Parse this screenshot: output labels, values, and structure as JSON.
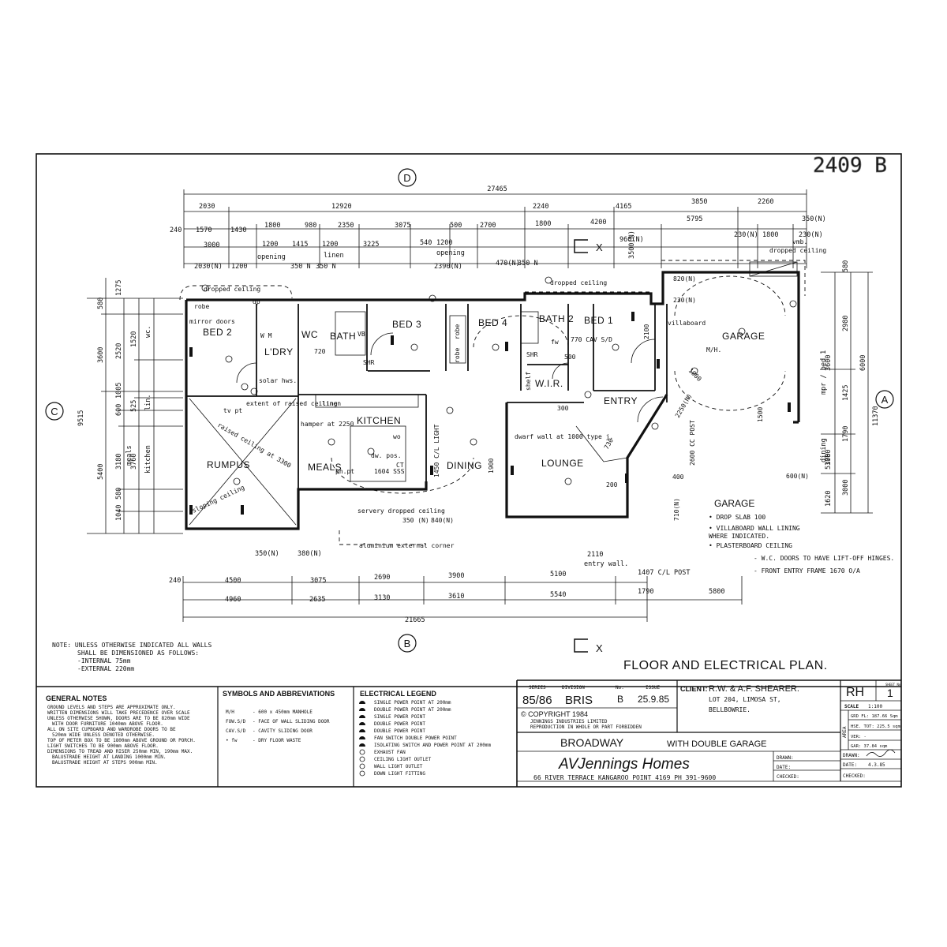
{
  "stamp": "2409 B",
  "grid_markers": {
    "top": "D",
    "bottom": "B",
    "left": "C",
    "right": "A",
    "section_mark": "X"
  },
  "dims_top": {
    "overall": "27465",
    "r1": [
      "2030",
      "12920",
      "2240",
      "4165",
      "3850",
      "2260"
    ],
    "r2": [
      "240",
      "1570",
      "1430",
      "1800",
      "980",
      "2350",
      "3075",
      "500",
      "2700",
      "1800",
      "4200",
      "5795",
      "350(N)"
    ],
    "r3": [
      "3000",
      "1200",
      "1415",
      "1200",
      "3225",
      "540",
      "1200",
      "960(N)",
      "230(N)",
      "1800",
      "230(N)"
    ],
    "r4": [
      "2030(N)",
      "1200",
      "350 N",
      "350 N",
      "2390(N)",
      "470(N)",
      "350 N",
      "3500(N)"
    ]
  },
  "dims_bottom": {
    "r1": [
      "240",
      "4500",
      "3075",
      "2690",
      "3900",
      "5100",
      "1407 C/L POST"
    ],
    "r2": [
      "4960",
      "2635",
      "3130",
      "3610",
      "5540",
      "1790",
      "5800"
    ],
    "overall": "21665",
    "extras": [
      "350(N)",
      "380(N)",
      "2110",
      "entry wall."
    ]
  },
  "dims_left": {
    "overall": "9515",
    "col1": [
      "580",
      "3600",
      "5400"
    ],
    "col2": [
      "1275",
      "2520",
      "1005",
      "600",
      "3180",
      "1040",
      "580"
    ],
    "col3": [
      "1520",
      "525",
      "3760"
    ],
    "labels": [
      "wc.",
      "lin.",
      "meals",
      "kitchen"
    ]
  },
  "dims_right": {
    "overall": "11370",
    "col1": [
      "3600",
      "3780",
      "1620"
    ],
    "col2": [
      "2980",
      "1425",
      "1790",
      "3000",
      "5100"
    ],
    "col3": [
      "580",
      "6000"
    ],
    "labels": [
      "mpr / bed 1",
      "dining"
    ]
  },
  "rooms": {
    "bed2": "BED 2",
    "lndry": "L'DRY",
    "wc": "WC",
    "bath": "BATH",
    "bed3": "BED 3",
    "bed4": "BED 4",
    "bath2": "BATH 2",
    "bed1": "BED 1",
    "garage": "GARAGE",
    "kitchen": "KITCHEN",
    "rumpus": "RUMPUS",
    "meals": "MEALS",
    "dining": "DINING",
    "lounge": "LOUNGE",
    "entry": "ENTRY",
    "wir": "W.I.R."
  },
  "notes": {
    "dropped_ceiling": "dropped ceiling",
    "dropped_ceiling_2": "dropped ceiling",
    "dropped_ceiling_3": "dropped ceiling",
    "dropped_ceiling_4": "dropped ceiling",
    "robe": "robe",
    "robe_b3": "robe",
    "robe_b4": "robe",
    "mirror_doors": "mirror doors",
    "opening": "opening",
    "opening_2": "opening",
    "linen": "linen",
    "linen_2": "linen",
    "solar": "solar hws.",
    "extent": "extent of raised ceiling",
    "tv": "tv pt",
    "raised_at": "raised ceiling at 3300",
    "sloping": "sloping ceiling",
    "hamper": "hamper at 2250",
    "dw": "dw. pos.",
    "wo": "wo",
    "ct": "CT",
    "sss": "1604 SSS",
    "cl_light": "1450 C/L LIGHT",
    "servery": "servery dropped ceiling",
    "alum": "aluminium external corner",
    "dwarf": "dwarf wall at 1000 type j.",
    "cav": "770 CAV S/D",
    "villaboard": "villaboard",
    "mh": "M/H.",
    "shr": "SHR",
    "shr2": "SHR",
    "vb": "VB",
    "wm": "W M",
    "fw": "fw",
    "vmb": "vmb.",
    "ph_pt": "ph.pt",
    "dp": "dp",
    "shelf": "shelf",
    "d1900": "1900",
    "d720": "720",
    "d500": "500",
    "d300": "300",
    "d200": "200",
    "d2100": "2100",
    "d1000": "1000",
    "d2600": "2600 CC POST",
    "d1500": "1500",
    "d730": "730",
    "d710": "710(N)",
    "d600n": "600(N)",
    "d400": "400",
    "d2250": "2250(N)",
    "d820": "820(N)",
    "d230n": "230(N)",
    "d350n2": "350 (N)",
    "d840n": "840(N)"
  },
  "garage_notes": {
    "title": "GARAGE",
    "items": [
      "• DROP SLAB 100",
      "• VILLABOARD WALL LINING",
      "  WHERE INDICATED.",
      "• PLASTERBOARD CEILING",
      "- W.C. DOORS TO HAVE LIFT-OFF HINGES.",
      "- FRONT ENTRY FRAME 1670 O/A"
    ]
  },
  "wall_note": {
    "lines": [
      "NOTE: UNLESS OTHERWISE INDICATED ALL WALLS",
      "SHALL BE DIMENSIONED AS FOLLOWS:",
      "-INTERNAL 75mm",
      "-EXTERNAL 220mm"
    ]
  },
  "plan_title": "FLOOR AND ELECTRICAL PLAN.",
  "title_block": {
    "general_notes": {
      "title": "GENERAL NOTES",
      "items": [
        "GROUND LEVELS AND STEPS ARE APPROXIMATE ONLY.",
        "WRITTEN DIMENSIONS WILL TAKE PRECEDENCE OVER SCALE",
        "UNLESS OTHERWISE SHOWN, DOORS ARE TO BE 820mm WIDE",
        "WITH DOOR FURNITURE 1040mm ABOVE FLOOR.",
        "ALL ON SITE CUPBOARD AND WARDROBE DOORS TO BE",
        "520mm WIDE UNLESS DENOTED OTHERWISE.",
        "TOP OF METER BOX TO BE 1800mm ABOVE GROUND OR PORCH.",
        "LIGHT SWITCHES TO BE 900mm ABOVE FLOOR.",
        "DIMENSIONS TO TREAD AND RISER 250mm MIN, 190mm MAX.",
        "BALUSTRADE HEIGHT AT LANDING 1000mm MIN.",
        "BALUSTRADE HEIGHT AT STEPS 900mm MIN."
      ]
    },
    "symbols": {
      "title": "SYMBOLS AND ABBREVIATIONS",
      "items": [
        {
          "abbr": "M/H",
          "desc": "- 600 x 450mm MANHOLE"
        },
        {
          "abbr": "FOW.S/D",
          "desc": "- FACE OF WALL SLIDING DOOR"
        },
        {
          "abbr": "CAV.S/D",
          "desc": "- CAVITY SLIDING DOOR"
        },
        {
          "abbr": "• fw",
          "desc": "- DRY FLOOR WASTE"
        }
      ]
    },
    "electrical": {
      "title": "ELECTRICAL LEGEND",
      "items": [
        "SINGLE POWER POINT AT 200mm",
        "DOUBLE POWER POINT AT 200mm",
        "SINGLE POWER POINT",
        "DOUBLE POWER POINT",
        "DOUBLE POWER POINT",
        "FAN SWITCH DOUBLE POWER POINT",
        "ISOLATING SWITCH AND POWER POINT AT 200mm",
        "EXHAUST FAN",
        "CEILING LIGHT OUTLET",
        "WALL LIGHT OUTLET",
        "DOWN LIGHT FITTING"
      ]
    },
    "series_label": "SERIES",
    "series": "85/86",
    "division_label": "DIVISION",
    "division": "BRIS",
    "no_label": "No.",
    "no": "B",
    "issue_label": "ISSUE",
    "issue": "25.9.85",
    "copyright": "© COPYRIGHT 1984",
    "copyright_2": "JENNINGS INDUSTRIES LIMITED",
    "copyright_3": "REPRODUCTION IN WHOLE OR PART FORBIDDEN",
    "client_label": "CLIENT:",
    "client": "R.W. & A.F. SHEARER.",
    "lot": "LOT 204, LIMOSA ST,",
    "suburb": "BELLBOWRIE.",
    "design": "BROADWAY",
    "design_sub": "WITH DOUBLE GARAGE",
    "company": "AVJennings Homes",
    "address": "66 RIVER TERRACE KANGAROO POINT 4169  PH 391-9600",
    "drawn_label": "DRAWN:",
    "date_label": "DATE:",
    "checked_label": "CHECKED:",
    "rh": "RH",
    "sheet_label": "SHEET No",
    "sheet": "1",
    "scale_label": "SCALE",
    "scale": "1:100",
    "area_label": "AREA",
    "area_rows": [
      "GRD FL: 187.66 Sqm",
      "HSE. TOT: 225.5 sqm",
      "VER: -",
      "GAR: 37.84 sqm"
    ],
    "drawn_r": "DRAWN:",
    "date_r_label": "DATE:",
    "date_r": "4.3.85",
    "checked_r": "CHECKED:"
  }
}
